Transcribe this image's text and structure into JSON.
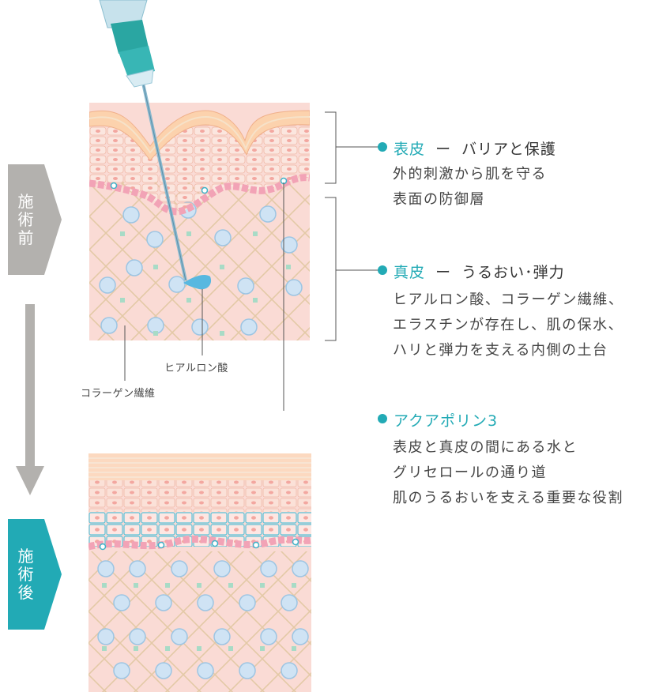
{
  "stages": {
    "before": {
      "label": [
        "施",
        "術",
        "前"
      ]
    },
    "after": {
      "label": [
        "施",
        "術",
        "後"
      ]
    }
  },
  "layers": {
    "epidermis": {
      "name": "表皮",
      "dash": "ー",
      "subtitle": "バリアと保護",
      "lines": [
        "外的刺激から肌を守る",
        "表面の防御層"
      ]
    },
    "dermis": {
      "name": "真皮",
      "dash": "ー",
      "subtitle": "うるおい･弾力",
      "lines": [
        "ヒアルロン酸、コラーゲン繊維、",
        "エラスチンが存在し、肌の保水、",
        "ハリと弾力を支える内側の土台"
      ]
    },
    "aquaporin": {
      "name": "アクアポリン3",
      "lines": [
        "表皮と真皮の間にある水と",
        "グリセロールの通り道",
        "肌のうるおいを支える重要な役割"
      ]
    }
  },
  "labels": {
    "hyaluronic": "ヒアルロン酸",
    "collagen": "コラーゲン繊維"
  },
  "colors": {
    "accent": "#22aab5",
    "gray_tag": "#b3b1ae",
    "skin_pink": "#f9d9d3",
    "epidermis": "#f7c9a5"
  }
}
